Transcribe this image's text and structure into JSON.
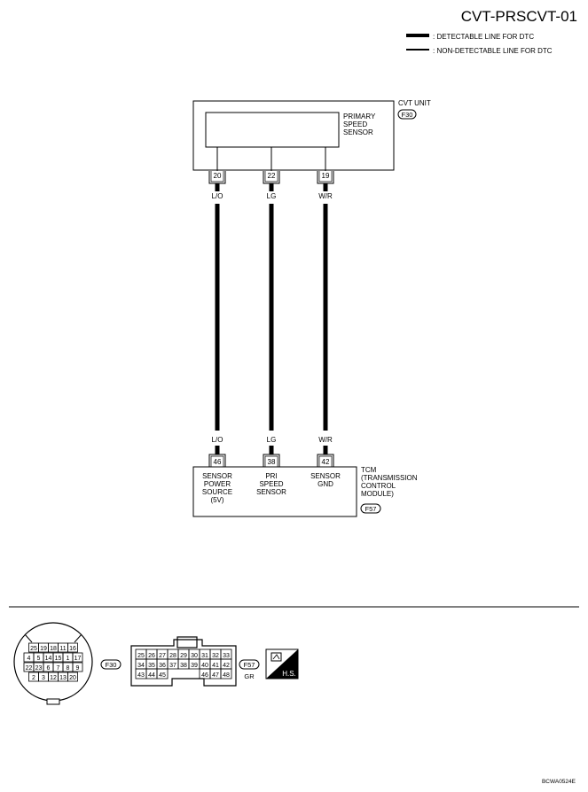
{
  "title": "CVT-PRSCVT-01",
  "legend": {
    "detectable": ": DETECTABLE LINE FOR DTC",
    "non_detectable": ": NON-DETECTABLE LINE FOR DTC"
  },
  "cvt_unit": {
    "title": "CVT UNIT",
    "connector": "F30",
    "component_lines": [
      "PRIMARY",
      "SPEED",
      "SENSOR"
    ]
  },
  "wires": [
    {
      "top_pin": "20",
      "top_color": "L/O",
      "bottom_color": "L/O",
      "bottom_pin": "46",
      "tcm_label": [
        "SENSOR",
        "POWER",
        "SOURCE",
        "(5V)"
      ]
    },
    {
      "top_pin": "22",
      "top_color": "LG",
      "bottom_color": "LG",
      "bottom_pin": "38",
      "tcm_label": [
        "PRI",
        "SPEED",
        "SENSOR"
      ]
    },
    {
      "top_pin": "19",
      "top_color": "W/R",
      "bottom_color": "W/R",
      "bottom_pin": "42",
      "tcm_label": [
        "SENSOR",
        "GND"
      ]
    }
  ],
  "tcm": {
    "title_lines": [
      "TCM",
      "(TRANSMISSION",
      "CONTROL",
      "MODULE)"
    ],
    "connector": "F57"
  },
  "connectors": {
    "f30": {
      "label": "F30",
      "rows": [
        [
          "25",
          "19",
          "18",
          "11",
          "16"
        ],
        [
          "4",
          "5",
          "14",
          "15",
          "1",
          "17"
        ],
        [
          "22",
          "23",
          "6",
          "7",
          "8",
          "9"
        ],
        [
          "2",
          "3",
          "12",
          "13",
          "20"
        ]
      ]
    },
    "f57": {
      "label": "F57",
      "color": "GR",
      "rows": [
        [
          "25",
          "26",
          "27",
          "28",
          "29",
          "30",
          "31",
          "32",
          "33"
        ],
        [
          "34",
          "35",
          "36",
          "37",
          "38",
          "39",
          "40",
          "41",
          "42"
        ],
        [
          "43",
          "44",
          "45",
          "",
          "",
          "",
          "46",
          "47",
          "48"
        ]
      ]
    },
    "hs_label": "H.S."
  },
  "code": "BCWA0524E"
}
